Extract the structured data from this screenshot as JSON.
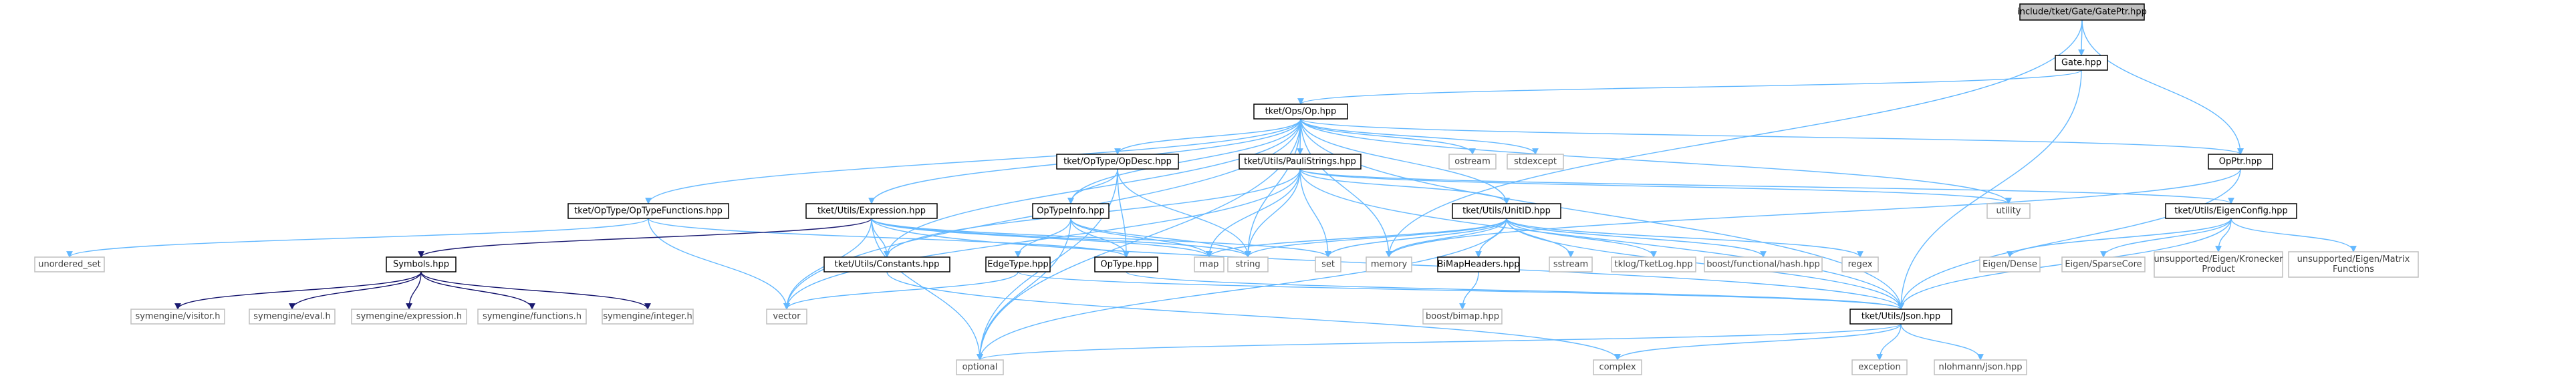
{
  "nodes": [
    {
      "id": "GatePtr",
      "lines": [
        "include/tket/Gate/GatePtr.hpp"
      ],
      "kind": "root"
    },
    {
      "id": "Gate",
      "lines": [
        "Gate.hpp"
      ],
      "kind": "local"
    },
    {
      "id": "Op",
      "lines": [
        "tket/Ops/Op.hpp"
      ],
      "kind": "local"
    },
    {
      "id": "OpPtr",
      "lines": [
        "OpPtr.hpp"
      ],
      "kind": "local"
    },
    {
      "id": "OpDesc",
      "lines": [
        "tket/OpType/OpDesc.hpp"
      ],
      "kind": "local"
    },
    {
      "id": "PauliStrings",
      "lines": [
        "tket/Utils/PauliStrings.hpp"
      ],
      "kind": "local"
    },
    {
      "id": "ostream",
      "lines": [
        "ostream"
      ],
      "kind": "sys"
    },
    {
      "id": "stdexcept",
      "lines": [
        "stdexcept"
      ],
      "kind": "sys"
    },
    {
      "id": "OpTypeFunctions",
      "lines": [
        "tket/OpType/OpTypeFunctions.hpp"
      ],
      "kind": "local"
    },
    {
      "id": "Expression",
      "lines": [
        "tket/Utils/Expression.hpp"
      ],
      "kind": "local"
    },
    {
      "id": "OpTypeInfo",
      "lines": [
        "OpTypeInfo.hpp"
      ],
      "kind": "local"
    },
    {
      "id": "UnitID",
      "lines": [
        "tket/Utils/UnitID.hpp"
      ],
      "kind": "local"
    },
    {
      "id": "utility",
      "lines": [
        "utility"
      ],
      "kind": "sys"
    },
    {
      "id": "EigenConfig",
      "lines": [
        "tket/Utils/EigenConfig.hpp"
      ],
      "kind": "local"
    },
    {
      "id": "unordered_set",
      "lines": [
        "unordered_set"
      ],
      "kind": "sys"
    },
    {
      "id": "Symbols",
      "lines": [
        "Symbols.hpp"
      ],
      "kind": "local"
    },
    {
      "id": "Constants",
      "lines": [
        "tket/Utils/Constants.hpp"
      ],
      "kind": "local"
    },
    {
      "id": "EdgeType",
      "lines": [
        "EdgeType.hpp"
      ],
      "kind": "local"
    },
    {
      "id": "OpType",
      "lines": [
        "OpType.hpp"
      ],
      "kind": "local"
    },
    {
      "id": "map",
      "lines": [
        "map"
      ],
      "kind": "sys"
    },
    {
      "id": "string",
      "lines": [
        "string"
      ],
      "kind": "sys"
    },
    {
      "id": "set",
      "lines": [
        "set"
      ],
      "kind": "sys"
    },
    {
      "id": "memory",
      "lines": [
        "memory"
      ],
      "kind": "sys"
    },
    {
      "id": "BiMapHeaders",
      "lines": [
        "BiMapHeaders.hpp"
      ],
      "kind": "local"
    },
    {
      "id": "sstream",
      "lines": [
        "sstream"
      ],
      "kind": "sys"
    },
    {
      "id": "TketLog",
      "lines": [
        "tklog/TketLog.hpp"
      ],
      "kind": "sys"
    },
    {
      "id": "hash",
      "lines": [
        "boost/functional/hash.hpp"
      ],
      "kind": "sys"
    },
    {
      "id": "regex",
      "lines": [
        "regex"
      ],
      "kind": "sys"
    },
    {
      "id": "EigenDense",
      "lines": [
        "Eigen/Dense"
      ],
      "kind": "sys"
    },
    {
      "id": "EigenSparseCore",
      "lines": [
        "Eigen/SparseCore"
      ],
      "kind": "sys"
    },
    {
      "id": "KroneckerProduct",
      "lines": [
        "unsupported/Eigen/Kronecker",
        "Product"
      ],
      "kind": "sys"
    },
    {
      "id": "MatrixFunctions",
      "lines": [
        "unsupported/Eigen/Matrix",
        "Functions"
      ],
      "kind": "sys"
    },
    {
      "id": "visitor",
      "lines": [
        "symengine/visitor.h"
      ],
      "kind": "sys"
    },
    {
      "id": "eval",
      "lines": [
        "symengine/eval.h"
      ],
      "kind": "sys"
    },
    {
      "id": "expression",
      "lines": [
        "symengine/expression.h"
      ],
      "kind": "sys"
    },
    {
      "id": "functions",
      "lines": [
        "symengine/functions.h"
      ],
      "kind": "sys"
    },
    {
      "id": "integer",
      "lines": [
        "symengine/integer.h"
      ],
      "kind": "sys"
    },
    {
      "id": "vector",
      "lines": [
        "vector"
      ],
      "kind": "sys"
    },
    {
      "id": "bimap",
      "lines": [
        "boost/bimap.hpp"
      ],
      "kind": "sys"
    },
    {
      "id": "json",
      "lines": [
        "tket/Utils/Json.hpp"
      ],
      "kind": "local"
    },
    {
      "id": "optional",
      "lines": [
        "optional"
      ],
      "kind": "sys"
    },
    {
      "id": "complex",
      "lines": [
        "complex"
      ],
      "kind": "sys"
    },
    {
      "id": "exception",
      "lines": [
        "exception"
      ],
      "kind": "sys"
    },
    {
      "id": "nlohmann",
      "lines": [
        "nlohmann/json.hpp"
      ],
      "kind": "sys"
    }
  ],
  "edges": [
    [
      "GatePtr",
      "Gate"
    ],
    [
      "GatePtr",
      "OpPtr"
    ],
    [
      "GatePtr",
      "memory"
    ],
    [
      "Gate",
      "Op"
    ],
    [
      "Gate",
      "json"
    ],
    [
      "Op",
      "OpDesc"
    ],
    [
      "Op",
      "PauliStrings"
    ],
    [
      "Op",
      "ostream"
    ],
    [
      "Op",
      "stdexcept"
    ],
    [
      "Op",
      "OpTypeFunctions"
    ],
    [
      "Op",
      "Expression"
    ],
    [
      "Op",
      "OpTypeInfo"
    ],
    [
      "Op",
      "UnitID"
    ],
    [
      "Op",
      "utility"
    ],
    [
      "Op",
      "OpPtr"
    ],
    [
      "Op",
      "Constants"
    ],
    [
      "Op",
      "string"
    ],
    [
      "Op",
      "memory"
    ],
    [
      "Op",
      "vector"
    ],
    [
      "Op",
      "optional"
    ],
    [
      "Op",
      "json"
    ],
    [
      "OpPtr",
      "memory"
    ],
    [
      "OpPtr",
      "json"
    ],
    [
      "OpDesc",
      "OpTypeInfo"
    ],
    [
      "OpDesc",
      "OpType"
    ],
    [
      "OpDesc",
      "string"
    ],
    [
      "OpDesc",
      "optional"
    ],
    [
      "PauliStrings",
      "Constants"
    ],
    [
      "PauliStrings",
      "EigenConfig"
    ],
    [
      "PauliStrings",
      "UnitID"
    ],
    [
      "PauliStrings",
      "json"
    ],
    [
      "PauliStrings",
      "map"
    ],
    [
      "PauliStrings",
      "string"
    ],
    [
      "PauliStrings",
      "set"
    ],
    [
      "PauliStrings",
      "utility"
    ],
    [
      "PauliStrings",
      "vector"
    ],
    [
      "OpTypeFunctions",
      "OpType"
    ],
    [
      "OpTypeFunctions",
      "unordered_set"
    ],
    [
      "OpTypeFunctions",
      "vector"
    ],
    [
      "Expression",
      "Symbols"
    ],
    [
      "Expression",
      "Constants"
    ],
    [
      "Expression",
      "json"
    ],
    [
      "Expression",
      "optional"
    ],
    [
      "Expression",
      "set"
    ],
    [
      "Expression",
      "map"
    ],
    [
      "Expression",
      "string"
    ],
    [
      "Expression",
      "vector"
    ],
    [
      "OpTypeInfo",
      "EdgeType"
    ],
    [
      "OpTypeInfo",
      "OpType"
    ],
    [
      "OpTypeInfo",
      "map"
    ],
    [
      "OpTypeInfo",
      "string"
    ],
    [
      "OpTypeInfo",
      "optional"
    ],
    [
      "UnitID",
      "BiMapHeaders"
    ],
    [
      "UnitID",
      "json"
    ],
    [
      "UnitID",
      "map"
    ],
    [
      "UnitID",
      "string"
    ],
    [
      "UnitID",
      "set"
    ],
    [
      "UnitID",
      "memory"
    ],
    [
      "UnitID",
      "sstream"
    ],
    [
      "UnitID",
      "TketLog"
    ],
    [
      "UnitID",
      "hash"
    ],
    [
      "UnitID",
      "regex"
    ],
    [
      "UnitID",
      "optional"
    ],
    [
      "EigenConfig",
      "EigenDense"
    ],
    [
      "EigenConfig",
      "EigenSparseCore"
    ],
    [
      "EigenConfig",
      "KroneckerProduct"
    ],
    [
      "EigenConfig",
      "MatrixFunctions"
    ],
    [
      "EigenConfig",
      "json"
    ],
    [
      "Symbols",
      "visitor"
    ],
    [
      "Symbols",
      "eval"
    ],
    [
      "Symbols",
      "expression"
    ],
    [
      "Symbols",
      "functions"
    ],
    [
      "Symbols",
      "integer"
    ],
    [
      "Constants",
      "complex"
    ],
    [
      "EdgeType",
      "vector"
    ],
    [
      "EdgeType",
      "json"
    ],
    [
      "OpType",
      "json"
    ],
    [
      "BiMapHeaders",
      "bimap"
    ],
    [
      "json",
      "optional"
    ],
    [
      "json",
      "complex"
    ],
    [
      "json",
      "exception"
    ],
    [
      "json",
      "nlohmann"
    ]
  ]
}
